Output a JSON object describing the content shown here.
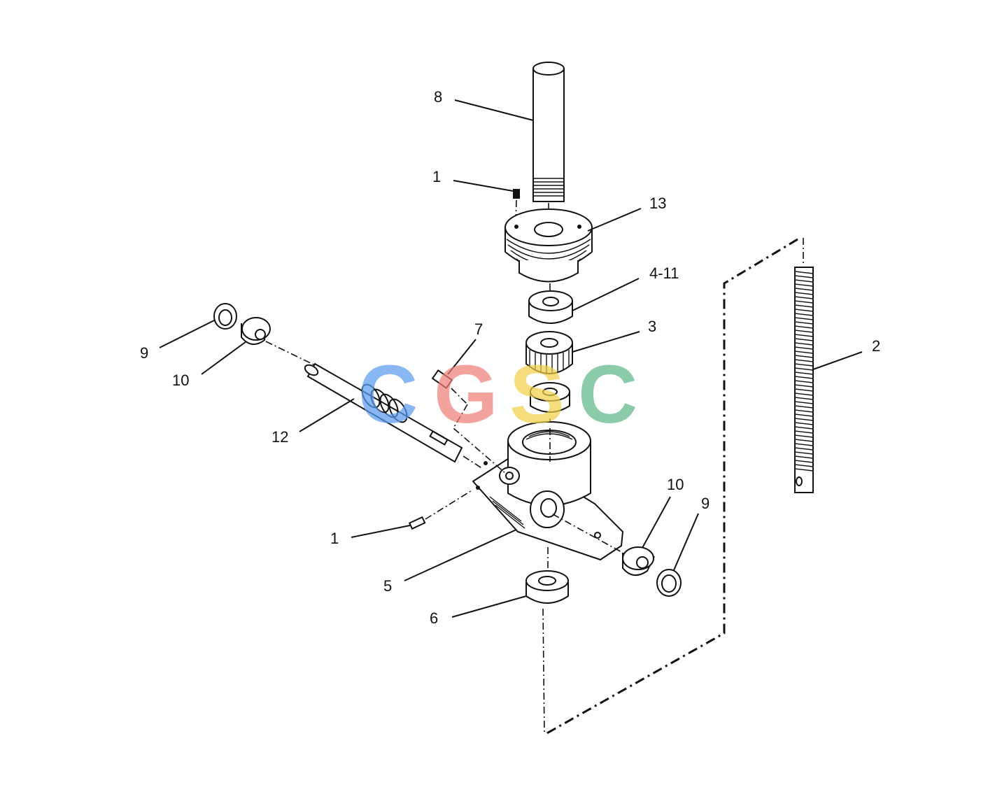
{
  "labels": {
    "l8": "8",
    "l1_top": "1",
    "l13": "13",
    "l4_11": "4-11",
    "l3": "3",
    "l7": "7",
    "l2": "2",
    "l9_left": "9",
    "l10_left": "10",
    "l12": "12",
    "l10_right": "10",
    "l9_right": "9",
    "l1_bottom": "1",
    "l5": "5",
    "l6": "6"
  },
  "watermark": {
    "c1": "C",
    "g": "G",
    "s": "S",
    "c2": "C",
    "colors": {
      "c1": "#5b9cf0",
      "g": "#f07f78",
      "s": "#f2d04a",
      "c2": "#5fb88a"
    }
  }
}
